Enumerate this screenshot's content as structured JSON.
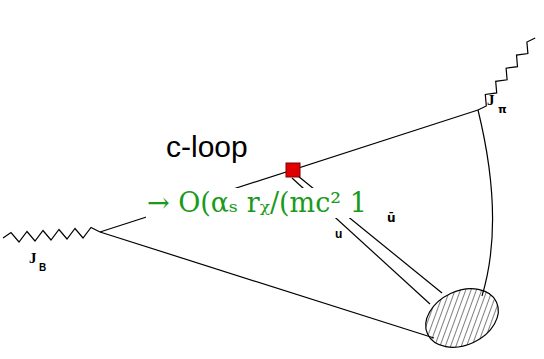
{
  "diagram": {
    "labels": [
      "c-loop",
      "→ O(αₛ rᵪ/(mc² 1",
      "u",
      "ū",
      "J",
      "B",
      "J",
      "π"
    ]
  }
}
